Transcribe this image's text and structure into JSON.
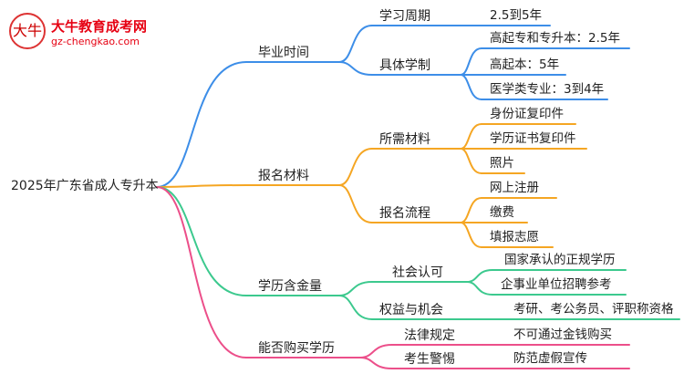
{
  "logo": {
    "badge_char": "大牛",
    "title": "大牛教育成考网",
    "url": "gz-chengkao.com"
  },
  "colors": {
    "blue": "#3d8ee8",
    "orange": "#f5a623",
    "green": "#3cc98e",
    "pink": "#ec4f8a"
  },
  "mindmap": {
    "root": "2025年广东省成人专升本",
    "branches": [
      {
        "label": "毕业时间",
        "children": [
          {
            "label": "学习周期",
            "leaves": [
              "2.5到5年"
            ]
          },
          {
            "label": "具体学制",
            "leaves": [
              "高起专和专升本：2.5年",
              "高起本：5年",
              "医学类专业：3到4年"
            ]
          }
        ]
      },
      {
        "label": "报名材料",
        "children": [
          {
            "label": "所需材料",
            "leaves": [
              "身份证复印件",
              "学历证书复印件",
              "照片"
            ]
          },
          {
            "label": "报名流程",
            "leaves": [
              "网上注册",
              "缴费",
              "填报志愿"
            ]
          }
        ]
      },
      {
        "label": "学历含金量",
        "children": [
          {
            "label": "社会认可",
            "leaves": [
              "国家承认的正规学历",
              "企事业单位招聘参考"
            ]
          },
          {
            "label": "权益与机会",
            "leaves": [
              "考研、考公务员、评职称资格"
            ]
          }
        ]
      },
      {
        "label": "能否购买学历",
        "children": [
          {
            "label": "法律规定",
            "leaves": [
              "不可通过金钱购买"
            ]
          },
          {
            "label": "考生警惕",
            "leaves": [
              "防范虚假宣传"
            ]
          }
        ]
      }
    ]
  }
}
